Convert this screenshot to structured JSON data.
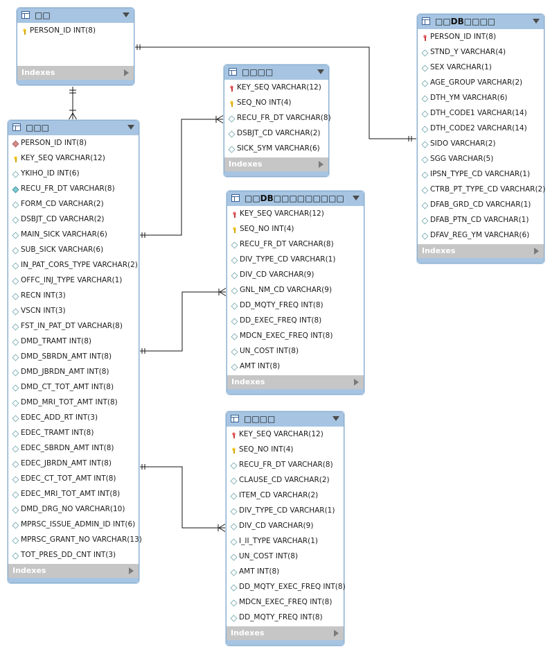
{
  "tables": [
    {
      "id": "t1",
      "name": "□□",
      "columns": [
        {
          "icon": "key",
          "text": "PERSON_ID INT(8)"
        }
      ]
    },
    {
      "id": "t2",
      "name": "□□□",
      "columns": [
        {
          "icon": "dpk",
          "text": "PERSON_ID INT(8)"
        },
        {
          "icon": "key",
          "text": "KEY_SEQ VARCHAR(12)"
        },
        {
          "icon": "dia",
          "text": "YKIHO_ID INT(6)"
        },
        {
          "icon": "dfk",
          "text": "RECU_FR_DT VARCHAR(8)"
        },
        {
          "icon": "dia",
          "text": "FORM_CD VARCHAR(2)"
        },
        {
          "icon": "dia",
          "text": "DSBJT_CD VARCHAR(2)"
        },
        {
          "icon": "dia",
          "text": "MAIN_SICK VARCHAR(6)"
        },
        {
          "icon": "dia",
          "text": "SUB_SICK VARCHAR(6)"
        },
        {
          "icon": "dia",
          "text": "IN_PAT_CORS_TYPE VARCHAR(2)"
        },
        {
          "icon": "dia",
          "text": "OFFC_INJ_TYPE VARCHAR(1)"
        },
        {
          "icon": "dia",
          "text": "RECN INT(3)"
        },
        {
          "icon": "dia",
          "text": "VSCN INT(3)"
        },
        {
          "icon": "dia",
          "text": "FST_IN_PAT_DT VARCHAR(8)"
        },
        {
          "icon": "dia",
          "text": "DMD_TRAMT INT(8)"
        },
        {
          "icon": "dia",
          "text": "DMD_SBRDN_AMT INT(8)"
        },
        {
          "icon": "dia",
          "text": "DMD_JBRDN_AMT INT(8)"
        },
        {
          "icon": "dia",
          "text": "DMD_CT_TOT_AMT INT(8)"
        },
        {
          "icon": "dia",
          "text": "DMD_MRI_TOT_AMT INT(8)"
        },
        {
          "icon": "dia",
          "text": "EDEC_ADD_RT INT(3)"
        },
        {
          "icon": "dia",
          "text": "EDEC_TRAMT INT(8)"
        },
        {
          "icon": "dia",
          "text": "EDEC_SBRDN_AMT INT(8)"
        },
        {
          "icon": "dia",
          "text": "EDEC_JBRDN_AMT INT(8)"
        },
        {
          "icon": "dia",
          "text": "EDEC_CT_TOT_AMT INT(8)"
        },
        {
          "icon": "dia",
          "text": "EDEC_MRI_TOT_AMT INT(8)"
        },
        {
          "icon": "dia",
          "text": "DMD_DRG_NO VARCHAR(10)"
        },
        {
          "icon": "dia",
          "text": "MPRSC_ISSUE_ADMIN_ID INT(6)"
        },
        {
          "icon": "dia",
          "text": "MPRSC_GRANT_NO VARCHAR(13)"
        },
        {
          "icon": "dia",
          "text": "TOT_PRES_DD_CNT INT(3)"
        }
      ]
    },
    {
      "id": "t3",
      "name": "□□□□",
      "columns": [
        {
          "icon": "pk",
          "text": "KEY_SEQ VARCHAR(12)"
        },
        {
          "icon": "key",
          "text": "SEQ_NO INT(4)"
        },
        {
          "icon": "dia",
          "text": "RECU_FR_DT VARCHAR(8)"
        },
        {
          "icon": "dia",
          "text": "DSBJT_CD VARCHAR(2)"
        },
        {
          "icon": "dia",
          "text": "SICK_SYM VARCHAR(6)"
        }
      ]
    },
    {
      "id": "t4",
      "name": "□□DB□□□□□□□□□",
      "columns": [
        {
          "icon": "pk",
          "text": "KEY_SEQ VARCHAR(12)"
        },
        {
          "icon": "key",
          "text": "SEQ_NO INT(4)"
        },
        {
          "icon": "dia",
          "text": "RECU_FR_DT VARCHAR(8)"
        },
        {
          "icon": "dia",
          "text": "DIV_TYPE_CD VARCHAR(1)"
        },
        {
          "icon": "dia",
          "text": "DIV_CD VARCHAR(9)"
        },
        {
          "icon": "dia",
          "text": "GNL_NM_CD VARCHAR(9)"
        },
        {
          "icon": "dia",
          "text": "DD_MQTY_FREQ INT(8)"
        },
        {
          "icon": "dia",
          "text": "DD_EXEC_FREQ INT(8)"
        },
        {
          "icon": "dia",
          "text": "MDCN_EXEC_FREQ INT(8)"
        },
        {
          "icon": "dia",
          "text": "UN_COST INT(8)"
        },
        {
          "icon": "dia",
          "text": "AMT INT(8)"
        }
      ]
    },
    {
      "id": "t5",
      "name": "□□□□",
      "columns": [
        {
          "icon": "pk",
          "text": "KEY_SEQ VARCHAR(12)"
        },
        {
          "icon": "key",
          "text": "SEQ_NO INT(4)"
        },
        {
          "icon": "dia",
          "text": "RECU_FR_DT VARCHAR(8)"
        },
        {
          "icon": "dia",
          "text": "CLAUSE_CD VARCHAR(2)"
        },
        {
          "icon": "dia",
          "text": "ITEM_CD VARCHAR(2)"
        },
        {
          "icon": "dia",
          "text": "DIV_TYPE_CD VARCHAR(1)"
        },
        {
          "icon": "dia",
          "text": "DIV_CD VARCHAR(9)"
        },
        {
          "icon": "dia",
          "text": "I_II_TYPE VARCHAR(1)"
        },
        {
          "icon": "dia",
          "text": "UN_COST INT(8)"
        },
        {
          "icon": "dia",
          "text": "AMT INT(8)"
        },
        {
          "icon": "dia",
          "text": "DD_MQTY_EXEC_FREQ INT(8)"
        },
        {
          "icon": "dia",
          "text": "MDCN_EXEC_FREQ INT(8)"
        },
        {
          "icon": "dia",
          "text": "DD_MQTY_FREQ INT(8)"
        }
      ]
    },
    {
      "id": "t6",
      "name": "□□DB□□□□",
      "columns": [
        {
          "icon": "pk",
          "text": "PERSON_ID INT(8)"
        },
        {
          "icon": "dia",
          "text": "STND_Y VARCHAR(4)"
        },
        {
          "icon": "dia",
          "text": "SEX VARCHAR(1)"
        },
        {
          "icon": "dia",
          "text": "AGE_GROUP VARCHAR(2)"
        },
        {
          "icon": "dia",
          "text": "DTH_YM VARCHAR(6)"
        },
        {
          "icon": "dia",
          "text": "DTH_CODE1 VARCHAR(14)"
        },
        {
          "icon": "dia",
          "text": "DTH_CODE2 VARCHAR(14)"
        },
        {
          "icon": "dia",
          "text": "SIDO VARCHAR(2)"
        },
        {
          "icon": "dia",
          "text": "SGG VARCHAR(5)"
        },
        {
          "icon": "dia",
          "text": "IPSN_TYPE_CD VARCHAR(1)"
        },
        {
          "icon": "dia",
          "text": "CTRB_PT_TYPE_CD VARCHAR(2)"
        },
        {
          "icon": "dia",
          "text": "DFAB_GRD_CD VARCHAR(1)"
        },
        {
          "icon": "dia",
          "text": "DFAB_PTN_CD VARCHAR(1)"
        },
        {
          "icon": "dia",
          "text": "DFAV_REG_YM VARCHAR(6)"
        }
      ]
    }
  ],
  "indexes_label": "Indexes"
}
